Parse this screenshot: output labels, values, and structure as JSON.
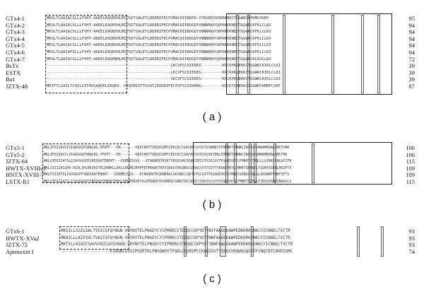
{
  "panels": [
    {
      "label": "( a )",
      "names": [
        "GTx4-1",
        "GTx4-2",
        "GTx4-3",
        "GTx4-4",
        "GTx4-5",
        "GTx4-6",
        "GTx4-7",
        "BsTx",
        "ESTX",
        "Ba1",
        "JZTX-48"
      ],
      "sequences": [
        "MRSLTLAAIACSLLLFVHT-AAEELEAQEDHLMIPSDTSALETLDDERIFECPVMACDIEKDPD-VYEGRPCKPKRKNECTGGWRCKFKMCHVNY",
        "MRSLTLAAIACSLLLFVHT-AAEELEAQEDHLMIPSDTSALETLDDERIFECPVMACDIEKDGDYVNNNRKPCKPKKEKNECTGGWRCKFKLCLKV",
        "MRSLTLAAIACSLLLFVHT-AAEELEAQEDHLMIPSDTSALETLDDERIFECPVMACDIEKDGDYVNNNRKPCKPKKEKNECTGGWRCKFKLCLKV",
        "MRSLTLAAIACSLLLFVHT-AAEELEAQEDHLMIPSDTSALETLDDERIFECPVMACDIEKDGDYVNNNRKPCKPKKEKNECTGGWRCKFKLCLKV",
        "MRSLTLAAIACSLLLFVHT-AAEELEAQEDHLMIPSDTSALETLDDERIFECPVMACDIEKDGDYVNNNRKPCKPKKEKNECTGGWRCKFKLCLKV",
        "MRSLTLAAIAFSLLLFVHT-AAEELEAQEDHLMIPSDTSALETLDDERIFECPVMACDIEKDGDYVNNNRKPCKPKKEKNECTGGWRCKFKLCLKV",
        "MRSLTLAAIACSLLLFVHT-AAEELEAQENHLMIPSDTSALETLDDERIFECPVMACDIEKDGDYVNNNRKPCKPKKEKNECTGGWRCKLRSCLKV",
        "-----------------------------------------------------LKCVFSCDIEKEG---------KPCKPKGEKKCTGGWRCKIKLCLKI",
        "-----------------------------------------------------LKCVFSCDIEKEG---------KPCKPKGEKKCTGGWRCKIKLCLKI",
        "-----------------------------------------------------IKCVFSCDIEKEG---------KPCKPKGEKKCTGGWRCKIKLCLKI",
        "MRTFTLIAILTCAVLVIFHVSAAEELEAQED--VIQPEDIFTGVATLEEDRIFECPSFSCDIKKNG---------KPCKTGAEKKCSGGWRCKMNFCVKF"
      ],
      "lengths": [
        "95",
        "94",
        "94",
        "94",
        "94",
        "94",
        "72",
        "39",
        "39",
        "39",
        "87"
      ]
    },
    {
      "label": "( b )",
      "names": [
        "GTx5-1",
        "GTx5-2",
        "JZTX-64",
        "HWTX-XVIIIc1",
        "HNTX-XVIII-7",
        "LSTX-R1"
      ],
      "sequences": [
        "MKLIFGIIAVCIVIAAVAIPSRNLRG-DFDPT---EK-------KEATARTTIRQIGQMTCEKCDCCSAVIRCGYIVTGSNNEYIFDMNKTSNNWLINQVGYVNWAMKNAASMCFVNK",
        "MKLIFGIIAVCLVIAAVAIPSRNLRG-YFDPT---EK-------KEATARTTIRQIGQMTCEKCDCCSAVVRCGYISVGSKIENLFDMNKTSNNWLINQVGYVNWAMKNAASMCFRK",
        "MKLVIFGIIATSLIIAVVAIPFSRDSKATENDKT---EQRMEIVVQ---ETARAERTKSKTYRGGCKKCRSKCEECSTVIGCGYTYGGKEVKVLFMNKTSTRNLLLGVNAIENLASTFR",
        "MKLCVIIIASLMV-ASVLIPLRKIKGTELDKMKLLKKLGHGMDIRFPPETPRAAETKKTGKASYDKGNDCGSRQCSYSTCGYTYEGKEVKYLCMNKTSNNWTLTGVNTAIENLMSSFTV",
        "MKLFVIIATSLIAVVAIPFSRDSKATENDKT---EQRMEIVVQ---ETARAEKTKSKNERACSKCNDCCQKTVTGCGYTYVGGKEVKVLFMNKSSDNAVINLGLGKGWNFVNKFSFTV",
        "MKLVIFGIIATSLIIAVVAIPFSRDSKATENDKTENSLENVEERVETALEPRAEKTKSKNPQCGRNYIECQCRCCSAVIGCGYVYGGKEVKYLFMNKTSTRGLFINIQVANVQNAASLV"
      ],
      "lengths": [
        "106",
        "106",
        "115",
        "109",
        "109",
        "115"
      ]
    },
    {
      "label": "( c )",
      "names": [
        "GTx6-1",
        "HWTX-XVa2",
        "JZTX-72",
        "Aptotoxin I"
      ],
      "sequences": [
        "MKSILLIGILSALTVSICGFQYNGN-VRYNYTELPNGEYCYIPRRRCVTEQQCCKPYDTVNYFAAGGKAWPEDKKRKVNKCYICNNELTVCTR",
        "MKAILLLAIFSVLTVAICGFQYNGN-VRYNYTELPNGEYCYIPRRRCVTEQQCCKPYDTVNNFAAGGKAWPEDKKRKVNKCYICNNELTVCTR",
        "MKTVLLHIAIFSAVVVAICGFQYNGN-VRYNYTELPNGEYCYIPRRRCVTEQQCCKPYDTINNFAAGGKAWPEDKKRKVNKCYICNNELTVCTR",
        "--------------------EIAQNLGSGIPHIRTKLPNGQWCKTPGDLCSSRSPCCKAEDSVTYSSGCSRQWSGQGGTFINQCRTCNVESSMC"
      ],
      "lengths": [
        "93",
        "93",
        "93",
        "74"
      ]
    }
  ]
}
